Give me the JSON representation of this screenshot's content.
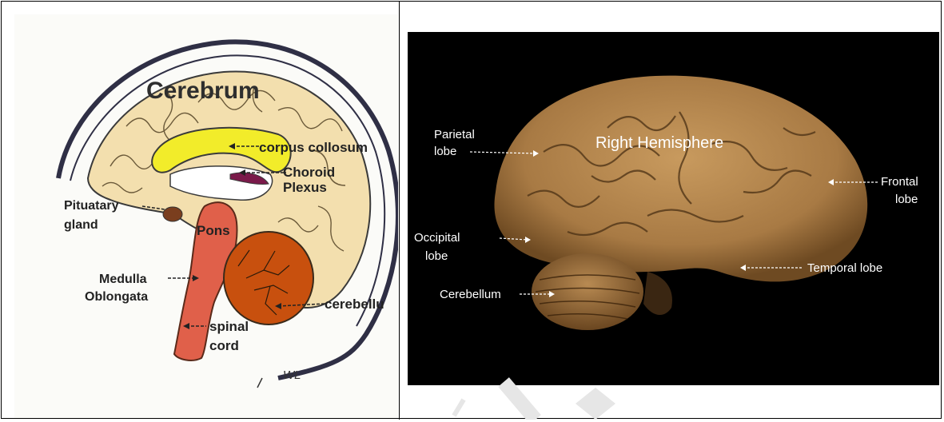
{
  "left_diagram": {
    "title_label": "Cerebrum",
    "labels": {
      "corpus_collosum": "corpus collosum",
      "choroid": "Choroid",
      "plexus": "Plexus",
      "pituatary": "Pituatary",
      "gland": "gland",
      "pons": "Pons",
      "medulla": "Medulla",
      "oblongata": "Oblongata",
      "cerebellum": "cerebellu",
      "spinal": "spinal",
      "cord": "cord",
      "signature": "WL"
    }
  },
  "right_photo": {
    "hemisphere_label": "Right Hemisphere",
    "labels": {
      "parietal": "Parietal",
      "parietal_lobe": "lobe",
      "frontal": "Frontal",
      "frontal_lobe": "lobe",
      "occipital": "Occipital",
      "occipital_lobe": "lobe",
      "temporal": "Temporal lobe",
      "cerebellum": "Cerebellum"
    }
  },
  "colors": {
    "skull_line": "#2f2f45",
    "cortex": "#f3dfae",
    "corpus": "#f2ec2a",
    "choroid": "#7a1a4a",
    "pituitary": "#7a3e1e",
    "brainstem": "#e0604a",
    "cerebellum": "#c8500e",
    "photo_bg": "#000000",
    "brain_tan": "#b98a52"
  }
}
